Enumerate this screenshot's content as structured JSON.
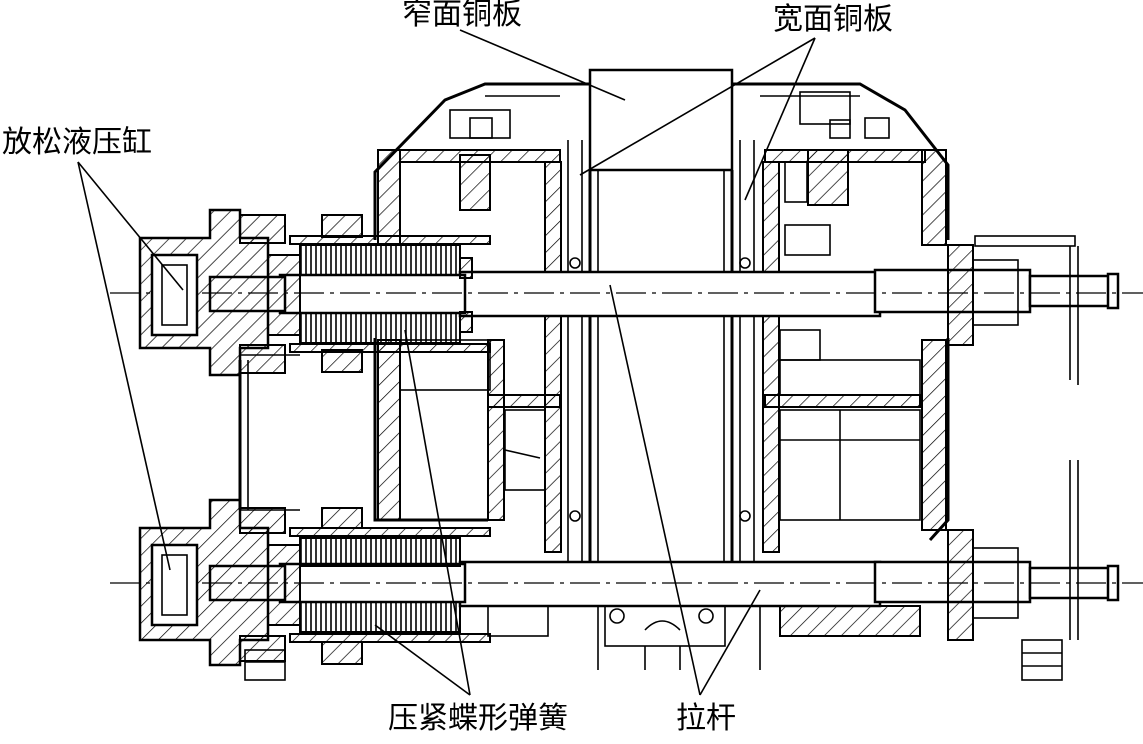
{
  "labels": {
    "narrow_plate": "窄面铜板",
    "wide_plate": "宽面铜板",
    "release_cylinder": "放松液压缸",
    "clamp_spring": "压紧蝶形弹簧",
    "tie_rod": "拉杆"
  },
  "colors": {
    "line": "#000000",
    "background": "#ffffff"
  }
}
